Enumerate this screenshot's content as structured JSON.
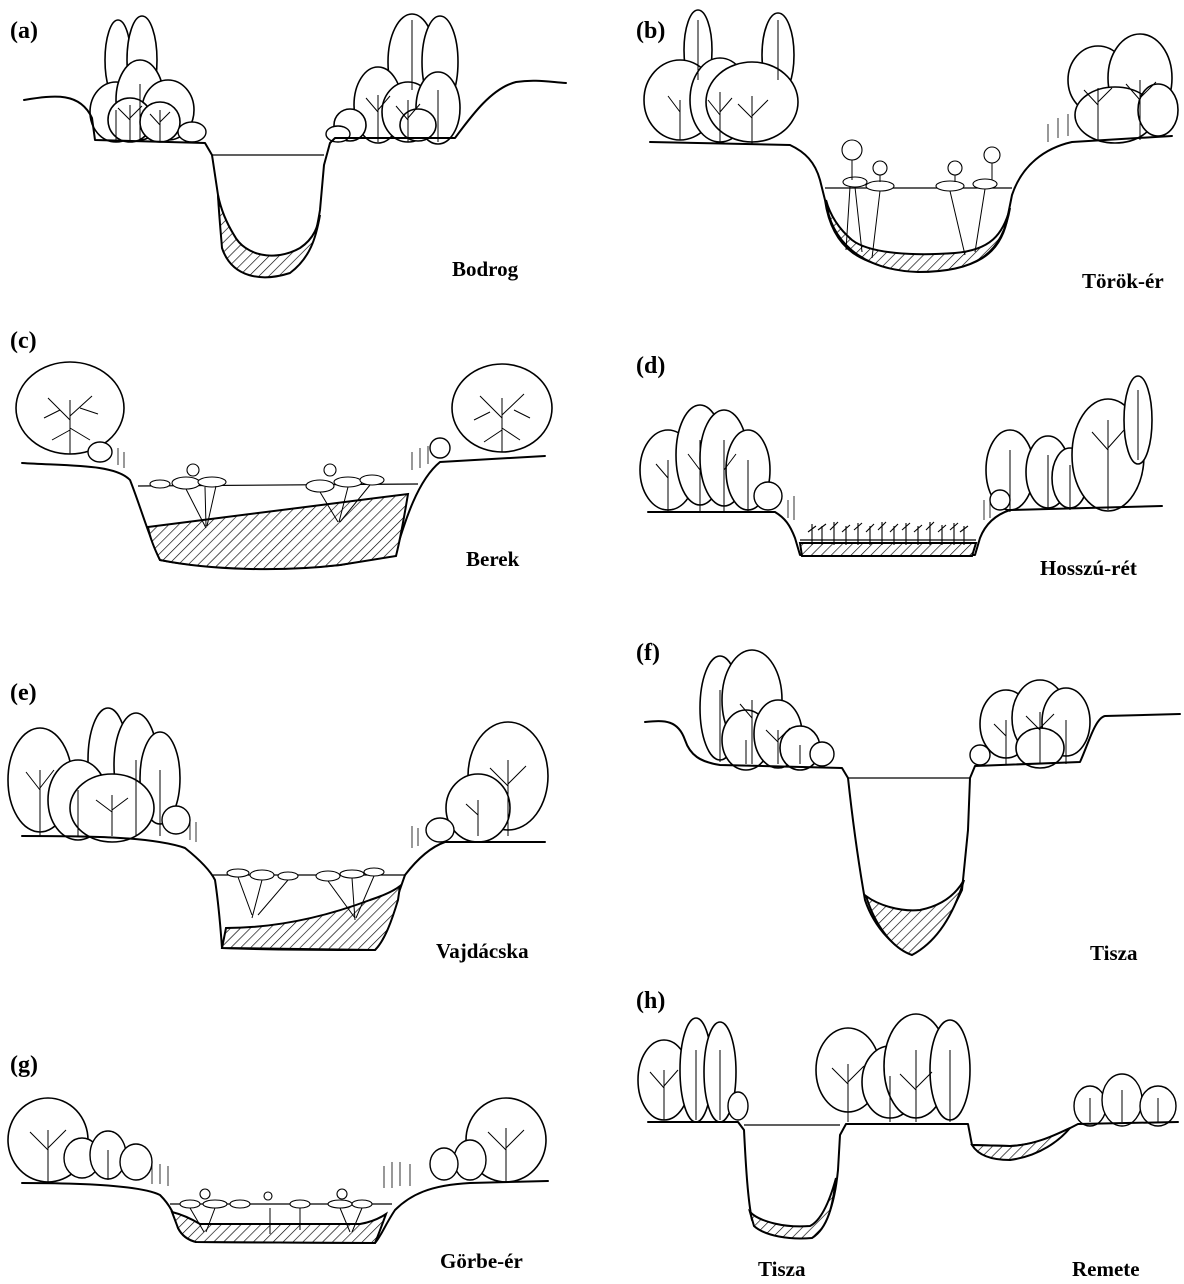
{
  "figure": {
    "panels": [
      {
        "id": "a",
        "tag": "(a)",
        "name": "Bodrog"
      },
      {
        "id": "b",
        "tag": "(b)",
        "name": "Török-ér"
      },
      {
        "id": "c",
        "tag": "(c)",
        "name": "Berek"
      },
      {
        "id": "d",
        "tag": "(d)",
        "name": "Hosszú-rét"
      },
      {
        "id": "e",
        "tag": "(e)",
        "name": "Vajdácska"
      },
      {
        "id": "f",
        "tag": "(f)",
        "name": "Tisza"
      },
      {
        "id": "g",
        "tag": "(g)",
        "name": "Görbe-ér"
      },
      {
        "id": "h",
        "tag": "(h)",
        "name": "Tisza",
        "name2": "Remete"
      }
    ]
  }
}
